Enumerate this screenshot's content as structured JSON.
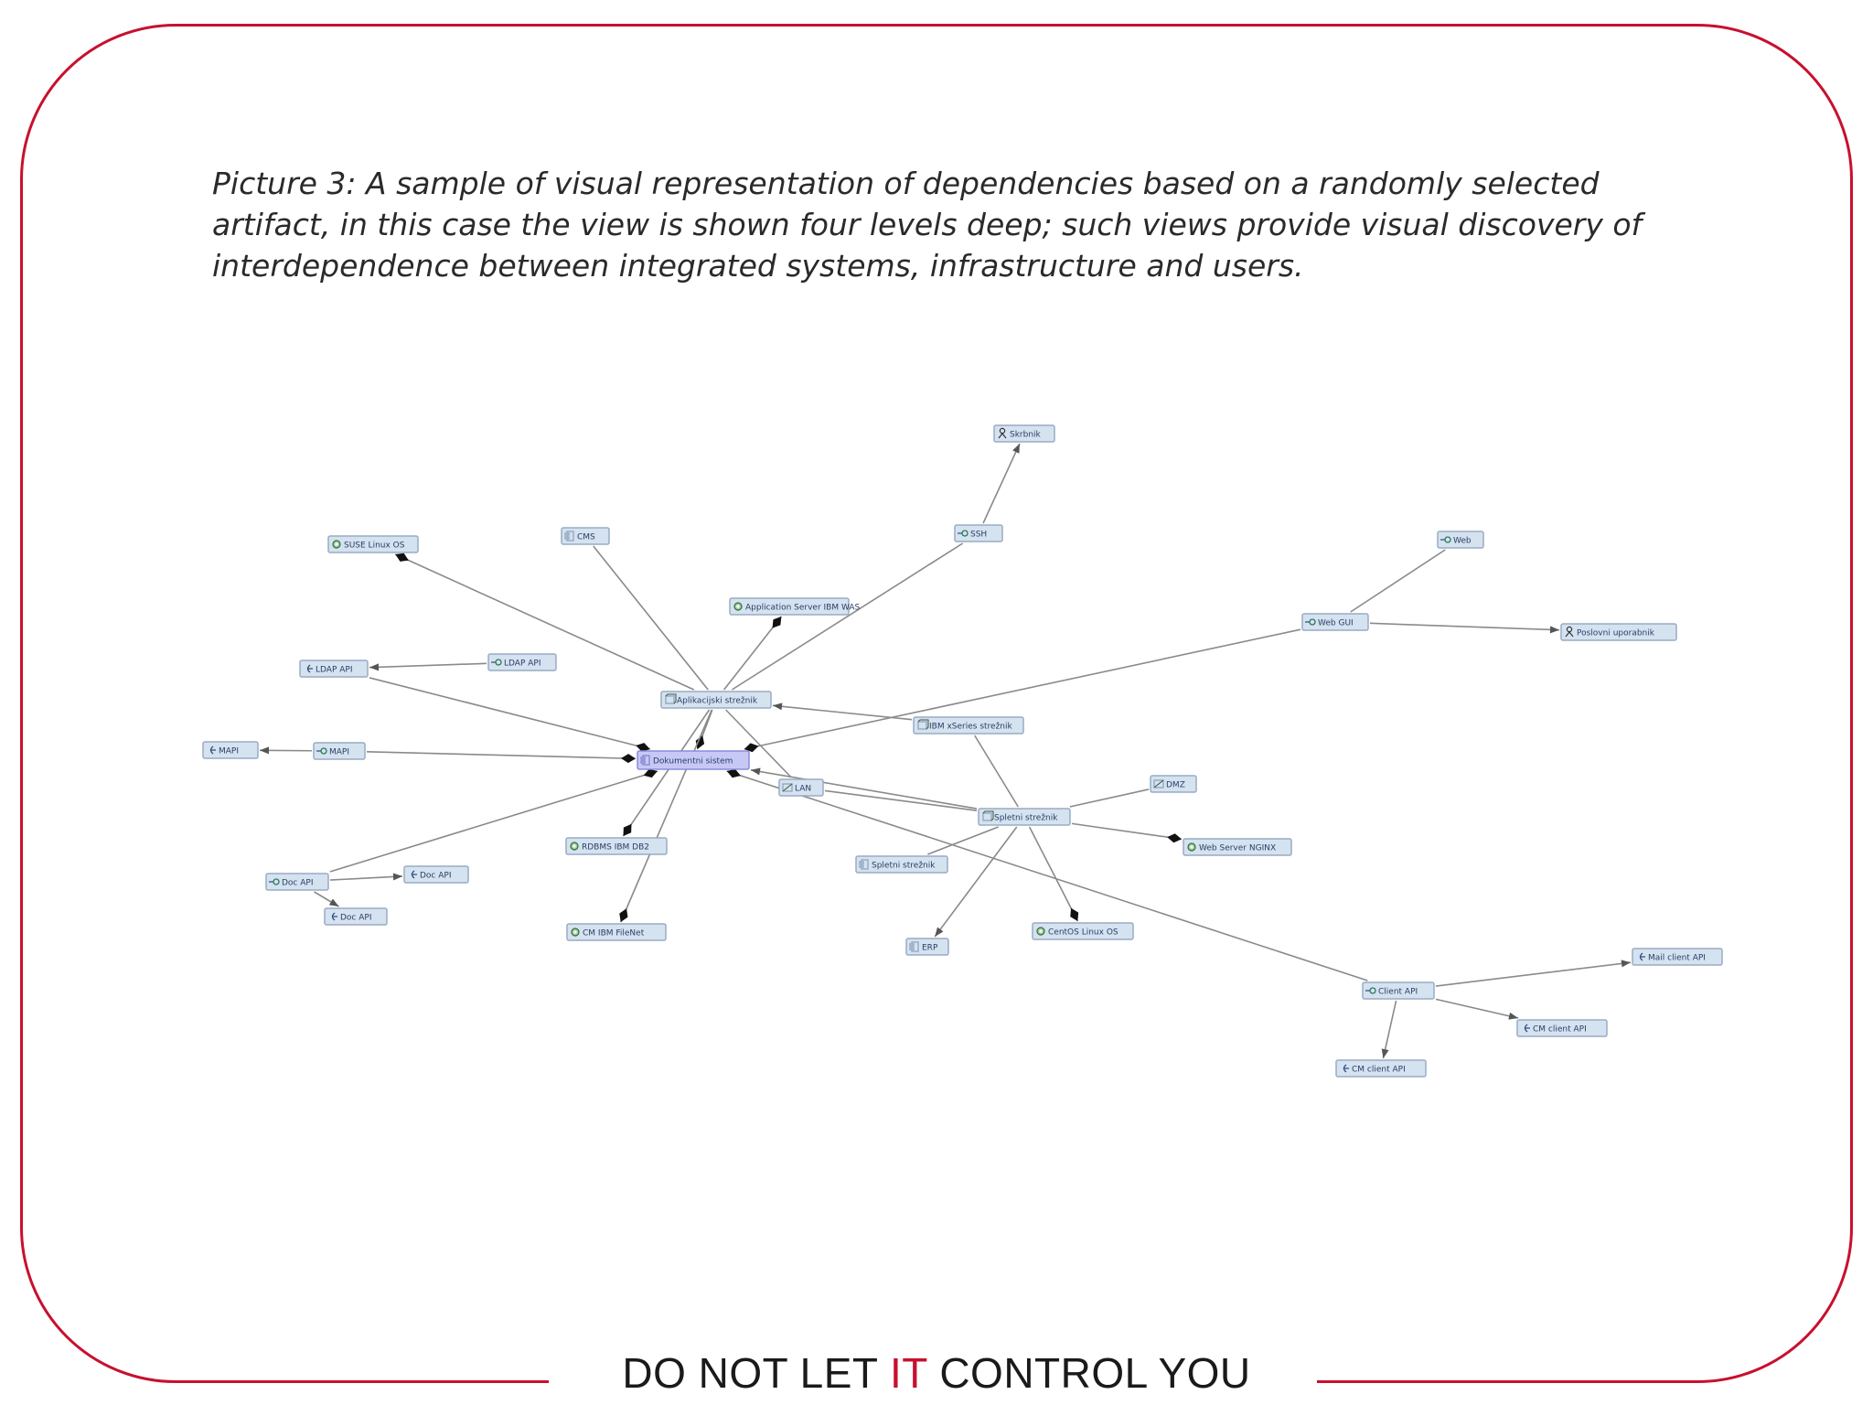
{
  "caption": {
    "line1": "Picture 3: A sample of visual representation of dependencies based on a randomly selected",
    "line2": "artifact, in this case the view is shown four levels deep; such views provide visual discovery of",
    "line3": "interdependence between integrated systems, infrastructure and users."
  },
  "footer": {
    "before": "DO NOT LET ",
    "highlight": "IT",
    "after": " CONTROL YOU"
  },
  "colors": {
    "accent": "#c8102e",
    "node_fill": "#d5e2f0",
    "main_node_fill": "#c8c8f6",
    "edge": "#8a8a8a"
  },
  "diagram": {
    "nodes": [
      {
        "id": "dok",
        "label": "Dokumentni sistem",
        "icon": "component-icon",
        "main": true
      },
      {
        "id": "skrbnik",
        "label": "Skrbnik",
        "icon": "user-icon"
      },
      {
        "id": "ssh",
        "label": "SSH",
        "icon": "interface-icon"
      },
      {
        "id": "suse",
        "label": "SUSE Linux OS",
        "icon": "system-software-icon"
      },
      {
        "id": "cms",
        "label": "CMS",
        "icon": "component-icon"
      },
      {
        "id": "appsrv",
        "label": "Application Server IBM WAS",
        "icon": "system-software-icon"
      },
      {
        "id": "web",
        "label": "Web",
        "icon": "interface-icon"
      },
      {
        "id": "webgui",
        "label": "Web GUI",
        "icon": "interface-icon"
      },
      {
        "id": "poslovni",
        "label": "Poslovni uporabnik",
        "icon": "user-icon"
      },
      {
        "id": "ldapapi1",
        "label": "LDAP API",
        "icon": "required-interface-icon"
      },
      {
        "id": "ldapapi2",
        "label": "LDAP API",
        "icon": "interface-icon"
      },
      {
        "id": "aplik",
        "label": "Aplikacijski strežnik",
        "icon": "node-icon"
      },
      {
        "id": "ibmx",
        "label": "IBM xSeries strežnik",
        "icon": "device-icon"
      },
      {
        "id": "mapi1",
        "label": "MAPI",
        "icon": "required-interface-icon"
      },
      {
        "id": "mapi2",
        "label": "MAPI",
        "icon": "interface-icon"
      },
      {
        "id": "lan",
        "label": "LAN",
        "icon": "network-icon"
      },
      {
        "id": "dmz",
        "label": "DMZ",
        "icon": "network-icon"
      },
      {
        "id": "spletni",
        "label": "Spletni strežnik",
        "icon": "node-icon"
      },
      {
        "id": "nginx",
        "label": "Web Server NGINX",
        "icon": "system-software-icon"
      },
      {
        "id": "db2",
        "label": "RDBMS IBM DB2",
        "icon": "system-software-icon"
      },
      {
        "id": "spletni2",
        "label": "Spletni strežnik",
        "icon": "component-icon"
      },
      {
        "id": "docapi1",
        "label": "Doc API",
        "icon": "interface-icon"
      },
      {
        "id": "docapi2",
        "label": "Doc API",
        "icon": "required-interface-icon"
      },
      {
        "id": "docapi3",
        "label": "Doc API",
        "icon": "required-interface-icon"
      },
      {
        "id": "filenet",
        "label": "CM IBM FileNet",
        "icon": "system-software-icon"
      },
      {
        "id": "erp",
        "label": "ERP",
        "icon": "component-icon"
      },
      {
        "id": "centos",
        "label": "CentOS Linux OS",
        "icon": "system-software-icon"
      },
      {
        "id": "mailapi",
        "label": "Mail client API",
        "icon": "required-interface-icon"
      },
      {
        "id": "clientapi",
        "label": "Client API",
        "icon": "interface-icon"
      },
      {
        "id": "cmapi1",
        "label": "CM client API",
        "icon": "required-interface-icon"
      },
      {
        "id": "cmapi2",
        "label": "CM client API",
        "icon": "required-interface-icon"
      }
    ],
    "edges": [
      {
        "from": "ssh",
        "to": "skrbnik",
        "end": "arrow"
      },
      {
        "from": "aplik",
        "to": "ssh",
        "end": "none"
      },
      {
        "from": "aplik",
        "to": "suse",
        "end": "diamond"
      },
      {
        "from": "aplik",
        "to": "cms",
        "end": "none"
      },
      {
        "from": "aplik",
        "to": "appsrv",
        "end": "diamond"
      },
      {
        "from": "aplik",
        "to": "dok",
        "end": "diamond"
      },
      {
        "from": "aplik",
        "to": "db2",
        "end": "diamond"
      },
      {
        "from": "aplik",
        "to": "filenet",
        "end": "diamond"
      },
      {
        "from": "aplik",
        "to": "lan",
        "end": "none"
      },
      {
        "from": "ibmx",
        "to": "aplik",
        "end": "arrow"
      },
      {
        "from": "ibmx",
        "to": "spletni",
        "end": "none"
      },
      {
        "from": "webgui",
        "to": "web",
        "end": "none"
      },
      {
        "from": "webgui",
        "to": "poslovni",
        "end": "arrow"
      },
      {
        "from": "webgui",
        "to": "dok",
        "end": "diamond"
      },
      {
        "from": "ldapapi2",
        "to": "ldapapi1",
        "end": "arrow"
      },
      {
        "from": "ldapapi1",
        "to": "dok",
        "end": "diamond"
      },
      {
        "from": "mapi2",
        "to": "mapi1",
        "end": "arrow"
      },
      {
        "from": "mapi2",
        "to": "dok",
        "end": "diamond"
      },
      {
        "from": "docapi1",
        "to": "dok",
        "end": "diamond"
      },
      {
        "from": "docapi1",
        "to": "docapi2",
        "end": "arrow"
      },
      {
        "from": "docapi1",
        "to": "docapi3",
        "end": "arrow"
      },
      {
        "from": "lan",
        "to": "spletni",
        "end": "none"
      },
      {
        "from": "spletni",
        "to": "dok",
        "end": "arrow"
      },
      {
        "from": "spletni",
        "to": "dmz",
        "end": "none"
      },
      {
        "from": "spletni",
        "to": "nginx",
        "end": "diamond"
      },
      {
        "from": "spletni",
        "to": "spletni2",
        "end": "none"
      },
      {
        "from": "spletni",
        "to": "erp",
        "end": "arrow"
      },
      {
        "from": "spletni",
        "to": "centos",
        "end": "diamond"
      },
      {
        "from": "clientapi",
        "to": "dok",
        "end": "diamond"
      },
      {
        "from": "clientapi",
        "to": "mailapi",
        "end": "arrow"
      },
      {
        "from": "clientapi",
        "to": "cmapi1",
        "end": "arrow"
      },
      {
        "from": "clientapi",
        "to": "cmapi2",
        "end": "arrow"
      }
    ]
  }
}
